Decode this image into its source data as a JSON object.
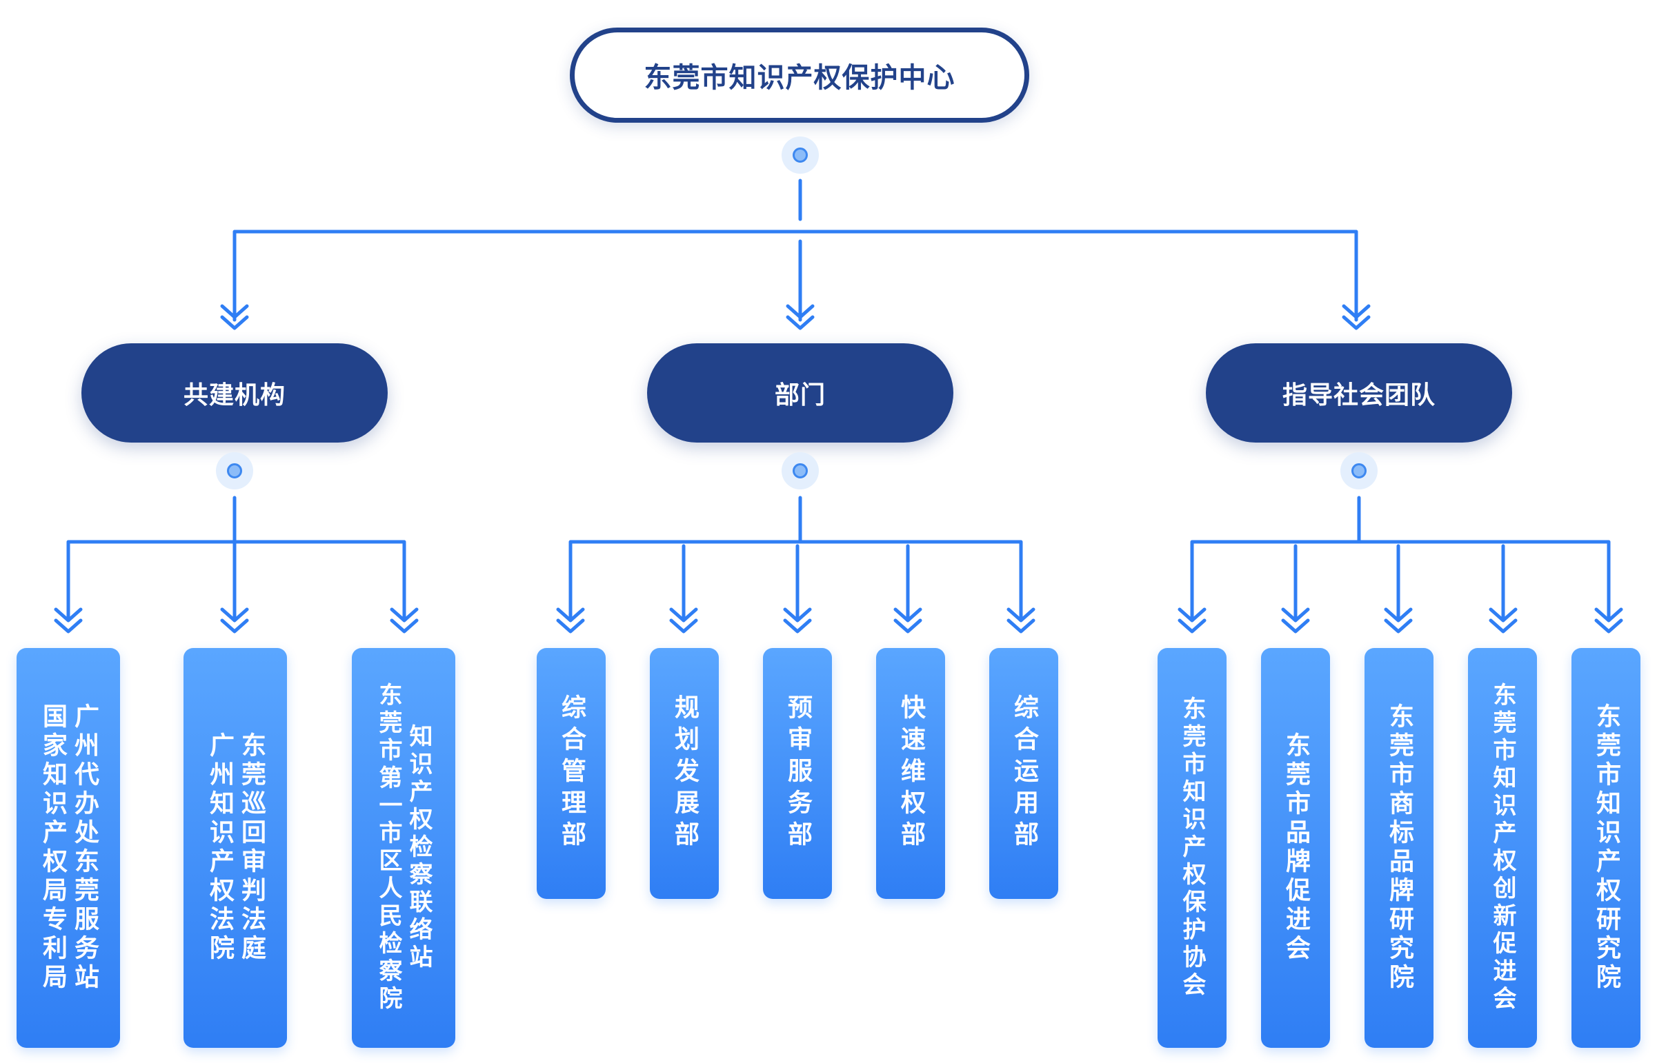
{
  "root": {
    "title": "东莞市知识产权保护中心"
  },
  "categories": [
    {
      "label": "共建机构",
      "children": [
        {
          "lines": [
            "广州代办处东莞服务站",
            "国家知识产权局专利局"
          ]
        },
        {
          "lines": [
            "东莞巡回审判法庭",
            "广州知识产权法院"
          ]
        },
        {
          "lines": [
            "知识产权检察联络站",
            "东莞市第一市区人民检察院"
          ]
        }
      ]
    },
    {
      "label": "部门",
      "children": [
        {
          "lines": [
            "综合管理部"
          ]
        },
        {
          "lines": [
            "规划发展部"
          ]
        },
        {
          "lines": [
            "预审服务部"
          ]
        },
        {
          "lines": [
            "快速维权部"
          ]
        },
        {
          "lines": [
            "综合运用部"
          ]
        }
      ]
    },
    {
      "label": "指导社会团队",
      "children": [
        {
          "lines": [
            "东莞市知识产权保护协会"
          ]
        },
        {
          "lines": [
            "东莞市品牌促进会"
          ]
        },
        {
          "lines": [
            "东莞市商标品牌研究院"
          ]
        },
        {
          "lines": [
            "东莞市知识产权创新促进会"
          ]
        },
        {
          "lines": [
            "东莞市知识产权研究院"
          ]
        }
      ]
    }
  ],
  "colors": {
    "navy": "#22428a",
    "line_blue": "#2f7ef4",
    "leaf_top": "#5aa6ff",
    "leaf_bottom": "#2f7ef4"
  }
}
